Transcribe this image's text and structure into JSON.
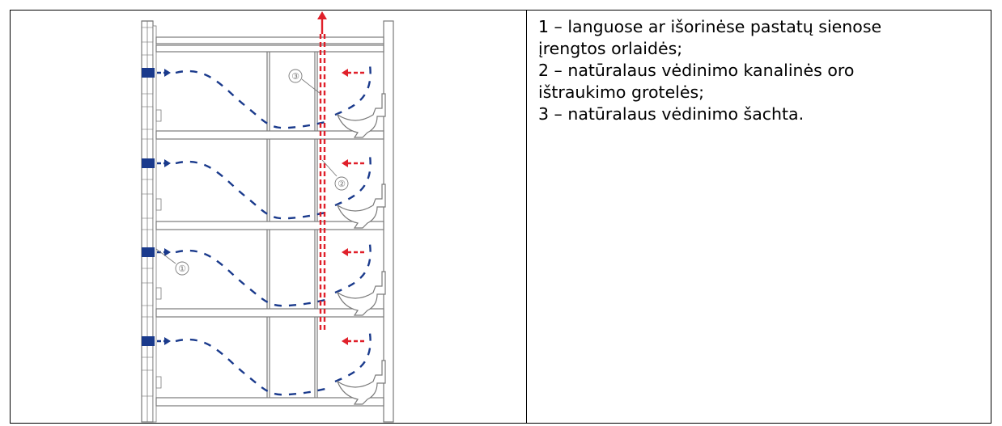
{
  "legend": {
    "line1": "1 – languose ar išorinėse pastatų sienose",
    "line2": "įrengtos orlaidės;",
    "line3": "2 – natūralaus vėdinimo kanalinės oro",
    "line4": "ištraukimo grotelės;",
    "line5": "3 – natūralaus vėdinimo šachta."
  },
  "diagram": {
    "callouts": [
      "①",
      "②",
      "③"
    ],
    "colors": {
      "inflow": "#1a3a8c",
      "exhaust": "#e0202a",
      "structure": "#7a7a7a"
    },
    "icons": [
      "window-air-vent-icon",
      "toilet-icon",
      "exhaust-shaft-icon"
    ]
  }
}
